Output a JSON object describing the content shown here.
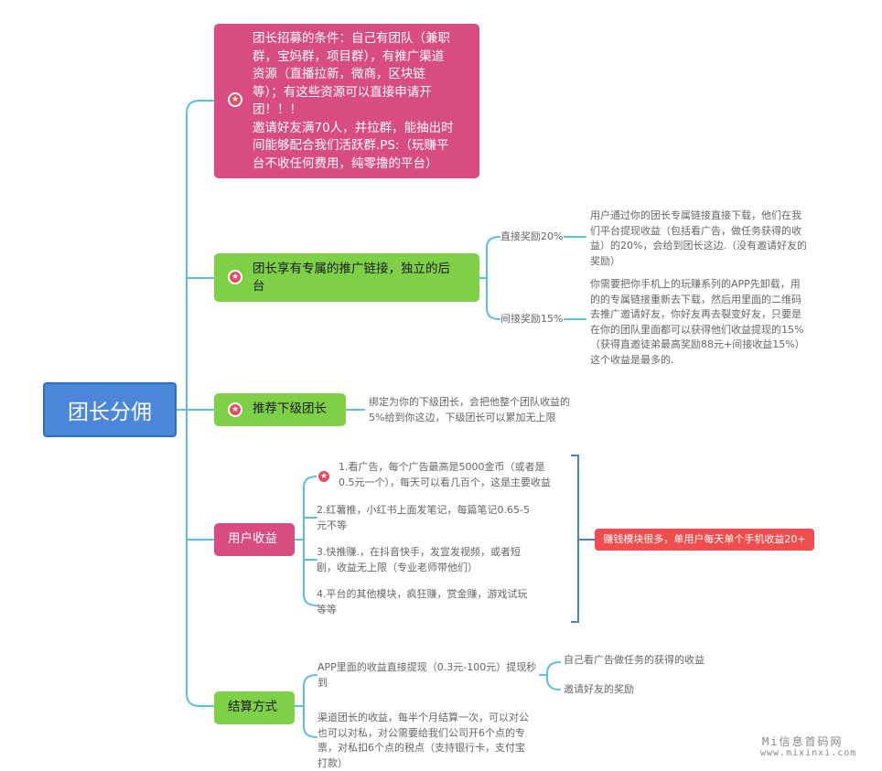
{
  "root": {
    "label": "团长分佣"
  },
  "branches": {
    "recruit": {
      "lines": [
        "团长招募的条件：自己有团队（兼职",
        "群，宝妈群，项目群），有推广渠道",
        "资源（直播拉新，微商，区块链",
        "等）；有这些资源可以直接申请开",
        "团！！！",
        "邀请好友满70人，并拉群，能抽出时",
        "间能够配合我们活跃群.PS:（玩赚平",
        "台不收任何费用，纯零撸的平台）"
      ]
    },
    "link": {
      "lines": [
        "团长享有专属的推广链接，独立的后",
        "台"
      ],
      "direct": {
        "label": "直接奖励20%",
        "lines": [
          "用户通过你的团长专属链接直接下载，他们在我",
          "们平台提现收益（包括看广告，做任务获得的收",
          "益）的20%，会给到团长这边.（没有邀请好友的",
          "奖励）"
        ]
      },
      "indirect": {
        "label": "间接奖励15%",
        "lines": [
          "你需要把你手机上的玩赚系列的APP先卸载，用",
          "的的专属链接重新去下载，然后用里面的二维码",
          "去推广邀请好友，你好友再去裂变好友，只要是",
          "在你的团队里面都可以获得他们收益提现的15%",
          "（获得直邀徒弟最高奖励88元+间接收益15%）",
          "这个收益是最多的."
        ]
      }
    },
    "recommend": {
      "label": "推荐下级团长",
      "lines": [
        "绑定为你的下级团长，会把他整个团队收益的",
        "5%给到你这边，下级团长可以累加无上限"
      ]
    },
    "income": {
      "label": "用户收益",
      "items": [
        [
          "1.看广告，每个广告最高是5000金币（或者是",
          "0.5元一个），每天可以看几百个，这是主要收益"
        ],
        [
          "2.红薯推，小红书上面发笔记，每篇笔记0.65-5",
          "元不等"
        ],
        [
          "3.快推赚.，在抖音快手，发宣发视频，或者短",
          "剧，收益无上限（专业老师带他们）"
        ],
        [
          "4.平台的其他模块，疯狂赚，赏金赚，游戏试玩",
          "等等"
        ]
      ],
      "summary": "赚钱模块很多，单用户每天单个手机收益20+"
    },
    "settle": {
      "label": "结算方式",
      "app": {
        "lines": [
          "APP里面的收益直接提现（0.3元-100元）提现秒",
          "到"
        ],
        "sub": [
          "自己看广告做任务的获得的收益",
          "邀请好友的奖励"
        ]
      },
      "channel": {
        "lines": [
          "渠道团长的收益，每半个月结算一次，可以对公",
          "也可以对私，对公需要给我们公司开6个点的专",
          "票，对私扣6个点的税点（支持银行卡，支付宝",
          "打款）"
        ]
      }
    }
  },
  "watermark": {
    "line1": "Mi信息首码网",
    "line2": "www.mixinxi.com"
  },
  "colors": {
    "connector": "#5bc0de",
    "root": "#4a87d8",
    "pink": "#d94c82",
    "green": "#7ed046",
    "red": "#ef4e4e",
    "bracket": "#4a7fd0"
  }
}
